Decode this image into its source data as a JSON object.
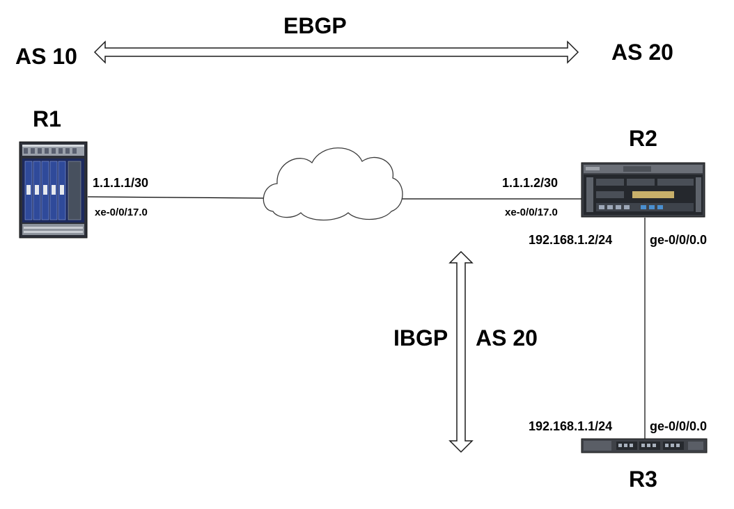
{
  "top": {
    "as_left": "AS 10",
    "as_right": "AS 20",
    "ebgp": "EBGP"
  },
  "routers": {
    "r1": {
      "name": "R1",
      "ip": "1.1.1.1/30",
      "interface": "xe-0/0/17.0"
    },
    "r2": {
      "name": "R2",
      "ip_wan": "1.1.1.2/30",
      "if_wan": "xe-0/0/17.0",
      "ip_lan": "192.168.1.2/24",
      "if_lan": "ge-0/0/0.0"
    },
    "r3": {
      "name": "R3",
      "ip": "192.168.1.1/24",
      "interface": "ge-0/0/0.0"
    }
  },
  "ibgp": {
    "label": "IBGP",
    "as": "AS 20"
  },
  "colors": {
    "chassis_navy": "#1d2a5e",
    "chassis_grey": "#3b3e44",
    "line": "#000000",
    "arrow_stroke": "#1a1a1a"
  }
}
